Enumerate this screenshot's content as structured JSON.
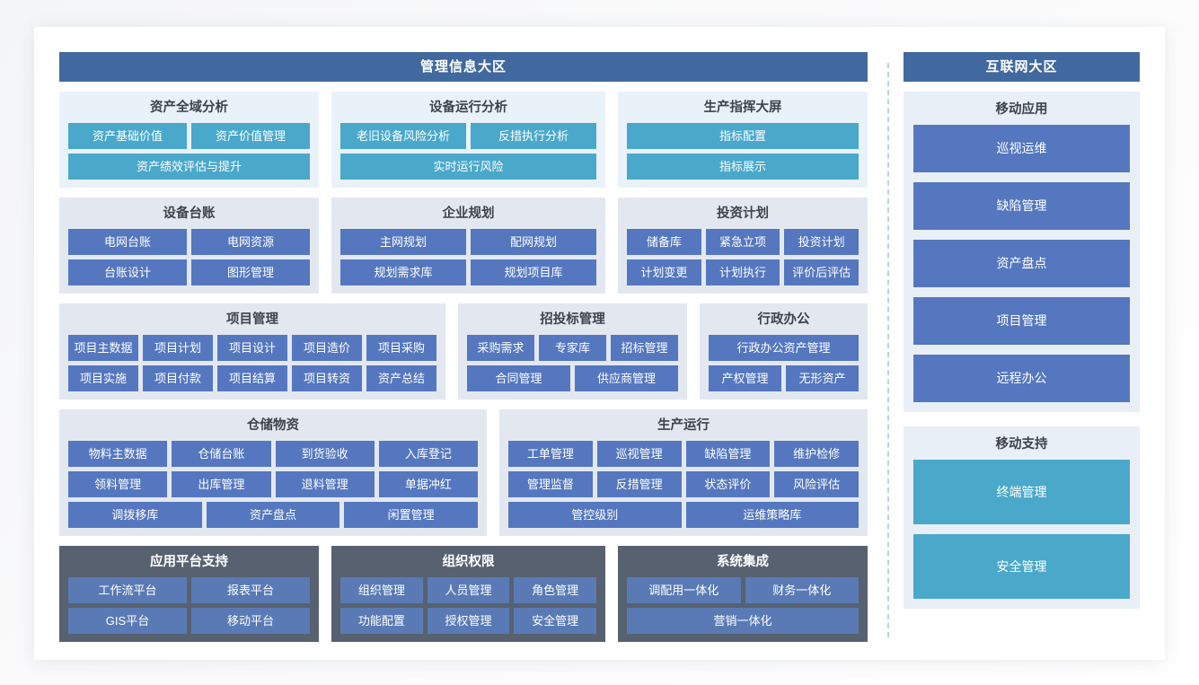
{
  "left_region": {
    "header": "管理信息大区",
    "rows": [
      {
        "groups": [
          {
            "title": "资产全域分析",
            "tone": "cyan",
            "rows": [
              [
                "资产基础价值",
                "资产价值管理"
              ],
              [
                "资产绩效评估与提升"
              ]
            ]
          },
          {
            "title": "设备运行分析",
            "tone": "cyan",
            "rows": [
              [
                "老旧设备风险分析",
                "反措执行分析"
              ],
              [
                "实时运行风险"
              ]
            ]
          },
          {
            "title": "生产指挥大屏",
            "tone": "cyan",
            "rows": [
              [
                "指标配置"
              ],
              [
                "指标展示"
              ]
            ]
          }
        ]
      },
      {
        "groups": [
          {
            "title": "设备台账",
            "tone": "blue",
            "rows": [
              [
                "电网台账",
                "电网资源"
              ],
              [
                "台账设计",
                "图形管理"
              ]
            ]
          },
          {
            "title": "企业规划",
            "tone": "blue",
            "rows": [
              [
                "主网规划",
                "配网规划"
              ],
              [
                "规划需求库",
                "规划项目库"
              ]
            ]
          },
          {
            "title": "投资计划",
            "tone": "blue",
            "rows": [
              [
                "储备库",
                "紧急立项",
                "投资计划"
              ],
              [
                "计划变更",
                "计划执行",
                "评价后评估"
              ]
            ]
          }
        ]
      },
      {
        "groups": [
          {
            "title": "项目管理",
            "tone": "blue",
            "rows": [
              [
                "项目主数据",
                "项目计划",
                "项目设计",
                "项目造价",
                "项目采购"
              ],
              [
                "项目实施",
                "项目付款",
                "项目结算",
                "项目转资",
                "资产总结"
              ]
            ]
          },
          {
            "title": "招投标管理",
            "tone": "blue",
            "rows": [
              [
                "采购需求",
                "专家库",
                "招标管理"
              ],
              [
                "合同管理",
                "供应商管理"
              ]
            ]
          },
          {
            "title": "行政办公",
            "tone": "blue",
            "rows": [
              [
                "行政办公资产管理"
              ],
              [
                "产权管理",
                "无形资产"
              ]
            ]
          }
        ]
      },
      {
        "groups": [
          {
            "title": "仓储物资",
            "tone": "blue",
            "rows": [
              [
                "物料主数据",
                "仓储台账",
                "到货验收",
                "入库登记"
              ],
              [
                "领料管理",
                "出库管理",
                "退料管理",
                "单据冲红"
              ],
              [
                "调拨移库",
                "资产盘点",
                "闲置管理"
              ]
            ]
          },
          {
            "title": "生产运行",
            "tone": "blue",
            "rows": [
              [
                "工单管理",
                "巡视管理",
                "缺陷管理",
                "维护检修"
              ],
              [
                "管理监督",
                "反措管理",
                "状态评价",
                "风险评估"
              ],
              [
                "管控级别",
                "运维策略库"
              ]
            ]
          }
        ]
      },
      {
        "groups": [
          {
            "title": "应用平台支持",
            "tone": "dark",
            "rows": [
              [
                "工作流平台",
                "报表平台"
              ],
              [
                "GIS平台",
                "移动平台"
              ]
            ]
          },
          {
            "title": "组织权限",
            "tone": "dark",
            "rows": [
              [
                "组织管理",
                "人员管理",
                "角色管理"
              ],
              [
                "功能配置",
                "授权管理",
                "安全管理"
              ]
            ]
          },
          {
            "title": "系统集成",
            "tone": "dark",
            "rows": [
              [
                "调配用一体化",
                "财务一体化"
              ],
              [
                "营销一体化"
              ]
            ]
          }
        ]
      }
    ]
  },
  "right_region": {
    "header": "互联网大区",
    "panels": [
      {
        "title": "移动应用",
        "tone": "blue",
        "tiles": [
          "巡视运维",
          "缺陷管理",
          "资产盘点",
          "项目管理",
          "远程办公"
        ]
      },
      {
        "title": "移动支持",
        "tone": "cyan",
        "tiles": [
          "终端管理",
          "安全管理"
        ]
      }
    ]
  },
  "colors": {
    "region_header_bg": "#41699f",
    "chip_cyan": "#4aa8cb",
    "chip_blue": "#5577bf",
    "group_cyan_bg": "#eaf2f9",
    "group_blue_bg": "#e3e8f0",
    "group_dark_bg": "#576170",
    "panel_bg": "#e9eff6",
    "card_bg": "#ffffff"
  }
}
